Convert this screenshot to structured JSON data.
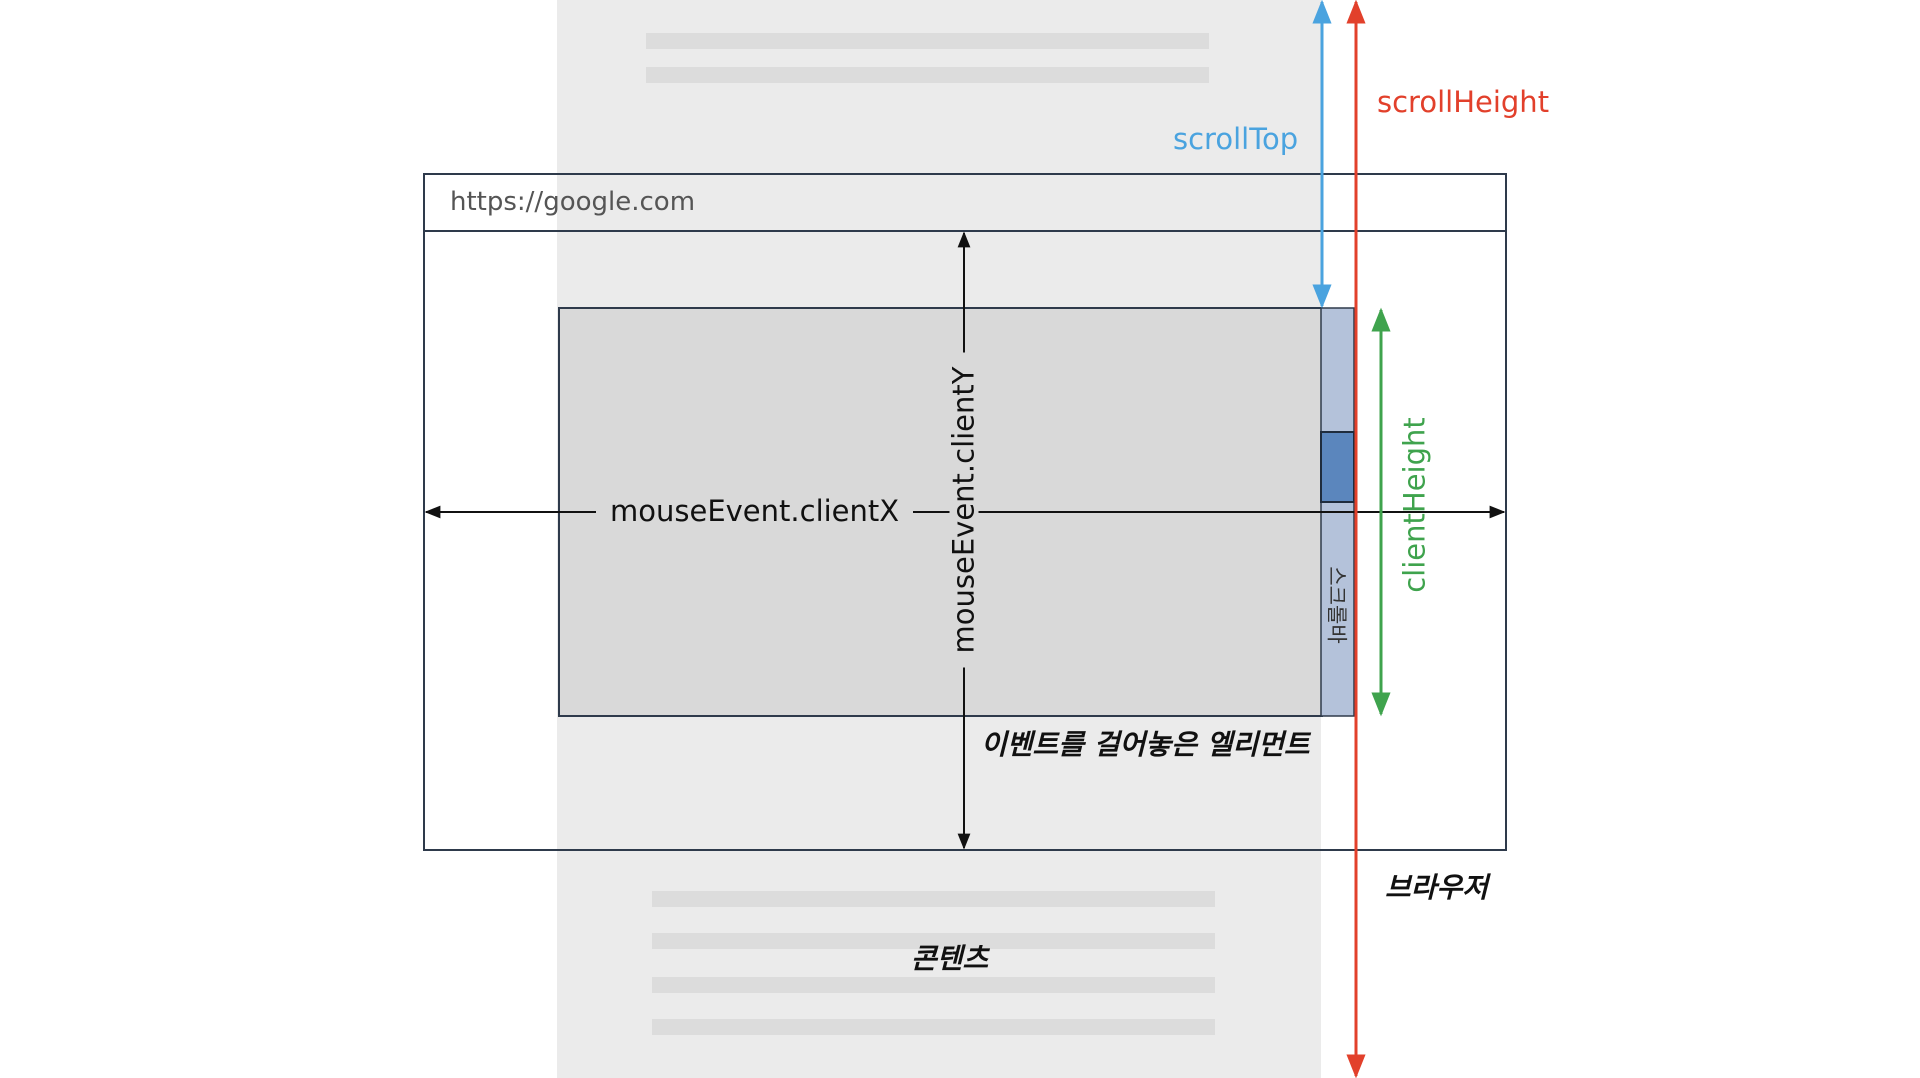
{
  "browser": {
    "url": "https://google.com",
    "caption": "브라우저"
  },
  "element": {
    "caption": "이벤트를 걸어놓은 엘리먼트"
  },
  "content": {
    "caption": "콘텐츠"
  },
  "scrollbar": {
    "label": "스크롤바"
  },
  "measures": {
    "client_x": "mouseEvent.clientX",
    "client_y": "mouseEvent.clientY",
    "scroll_top": "scrollTop",
    "scroll_height": "scrollHeight",
    "client_height": "clientHeight"
  },
  "colors": {
    "content_bg": "#ebebeb",
    "placeholder_line": "#dcdcdc",
    "element_bg": "#d9d9d9",
    "frame_border": "#2e3a4b",
    "scrollbar_track": "#b4c2da",
    "scrollbar_thumb": "#5b86bd",
    "scroll_top": "#4aa3df",
    "scroll_height": "#e2402b",
    "client_height": "#3fa34d"
  }
}
